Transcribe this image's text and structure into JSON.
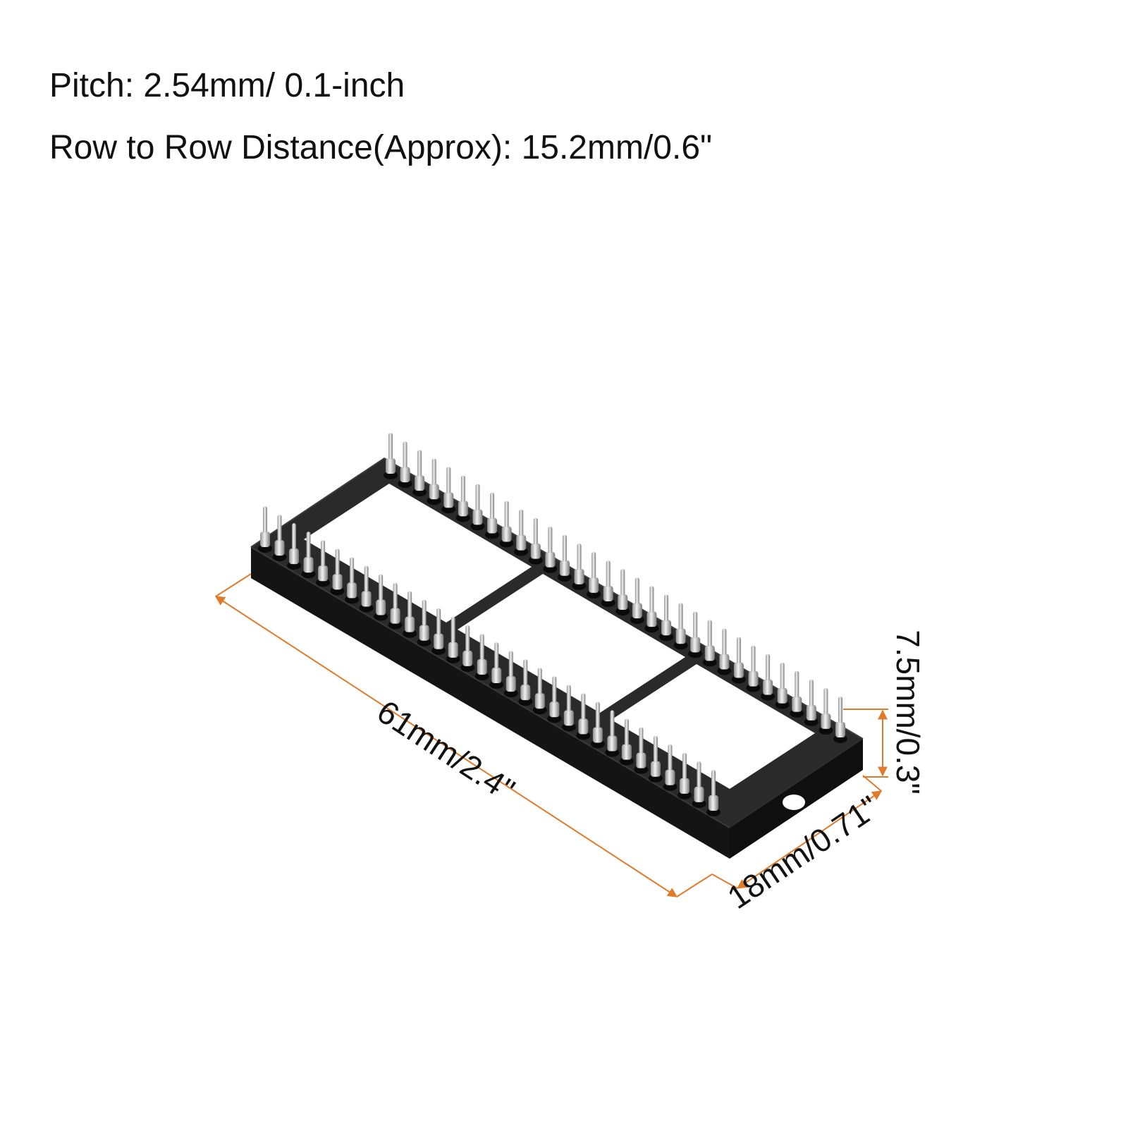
{
  "specs": {
    "pitch": "Pitch: 2.54mm/ 0.1-inch",
    "row_distance": "Row to Row Distance(Approx): 15.2mm/0.6\""
  },
  "dimensions": {
    "length": "61mm/2.4\"",
    "width": "18mm/0.71\"",
    "height": "7.5mm/0.3\""
  },
  "product": {
    "pins_per_row": 32
  },
  "colors": {
    "dimension_line": "#e07b2c",
    "socket_body": "#1c1c1c",
    "pin": "#c9c9c9",
    "text": "#111111"
  }
}
